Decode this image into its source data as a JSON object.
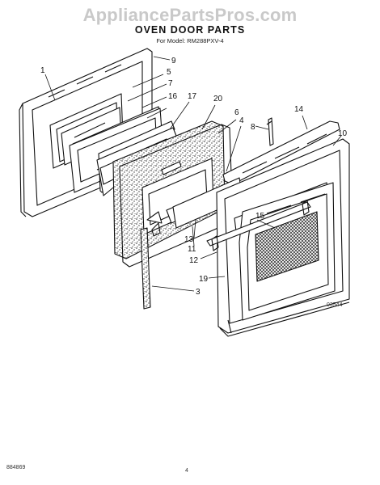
{
  "header": {
    "watermark": "AppliancePartsPros.com",
    "title": "OVEN DOOR PARTS",
    "model_line": "For Model: RM288PXV-4"
  },
  "diagram": {
    "part_labels": [
      "1",
      "9",
      "5",
      "7",
      "16",
      "17",
      "20",
      "6",
      "4",
      "8",
      "14",
      "10",
      "15",
      "13",
      "11",
      "12",
      "19",
      "3"
    ],
    "figure_code": "03544",
    "page_number": "4",
    "doc_number": "884869"
  }
}
